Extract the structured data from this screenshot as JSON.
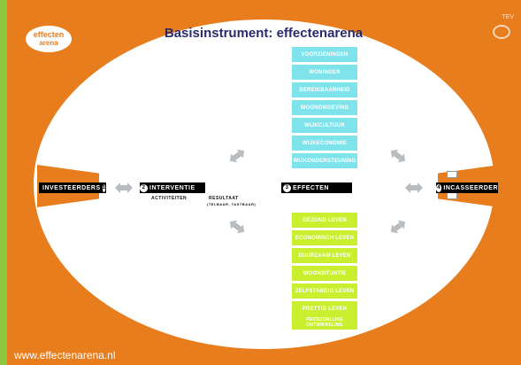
{
  "title": "Basisinstrument: effectenarena",
  "logo": {
    "line1": "effecten",
    "line2": "arena"
  },
  "topright": "TEV",
  "footer": "www.effectenarena.nl",
  "cyan_boxes": [
    "VOORZIENINGEN",
    "WONINGEN",
    "BEREIKBAARHEID",
    "WOONOMGEVING",
    "WIJKCULTUUR",
    "WIJKECONOMIE",
    "WIJKONDERSTEUNING"
  ],
  "green_boxes": [
    "GEZOND LEVEN",
    "ECONOMISCH LEVEN",
    "DUURZAAM LEVEN",
    "WOONSITUATIE",
    "ZELFSTANDIG LEVEN",
    "PRETTIG LEVEN",
    "PERSOONLIJKE ONTWIKKELING"
  ],
  "flow": {
    "investeerders": {
      "label": "INVESTEERDERS",
      "num": "1"
    },
    "interventie": {
      "label": "INTERVENTIE",
      "num": "2"
    },
    "activiteiten": "ACTIVITEITEN",
    "resultaat": "RESULTAAT",
    "resultaat_sub": "(TELBAAR, TASTBAAR)",
    "effecten": {
      "label": "EFFECTEN",
      "num": "3"
    },
    "incasseerder": {
      "label": "INCASSEERDER",
      "num": "4"
    }
  },
  "icons": {
    "arrows": "double-arrow-icon",
    "logo": "effectenarena-logo"
  }
}
